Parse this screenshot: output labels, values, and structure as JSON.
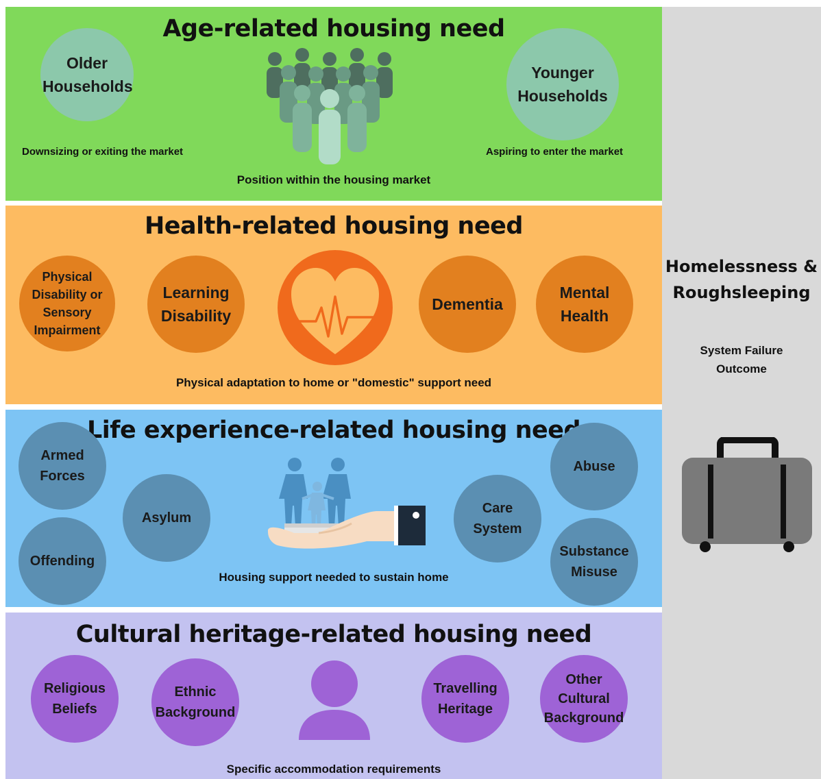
{
  "age": {
    "title": "Age-related housing need",
    "older": "Older Households",
    "older_caption": "Downsizing or exiting the market",
    "younger": "Younger Households",
    "younger_caption": "Aspiring to enter the market",
    "caption": "Position within the housing market",
    "icon": "people-crowd-icon"
  },
  "health": {
    "title": "Health-related housing need",
    "items": [
      "Physical Disability or Sensory Impairment",
      "Learning Disability",
      "Dementia",
      "Mental Health"
    ],
    "caption": "Physical adaptation to home or \"domestic\" support need",
    "icon": "heart-heartbeat-icon"
  },
  "life": {
    "title": "Life experience-related housing need",
    "items": [
      "Armed Forces",
      "Offending",
      "Asylum",
      "Care System",
      "Abuse",
      "Substance Misuse"
    ],
    "caption": "Housing support needed to sustain home",
    "icon": "hand-holding-family-icon"
  },
  "culture": {
    "title": "Cultural heritage-related housing need",
    "items": [
      "Religious Beliefs",
      "Ethnic Background",
      "Travelling Heritage",
      "Other Cultural Background"
    ],
    "caption": "Specific accommodation requirements",
    "icon": "person-silhouette-icon"
  },
  "sidebar": {
    "title": "Homelessness & Roughsleeping",
    "subtitle": "System Failure Outcome",
    "icon": "suitcase-icon"
  }
}
